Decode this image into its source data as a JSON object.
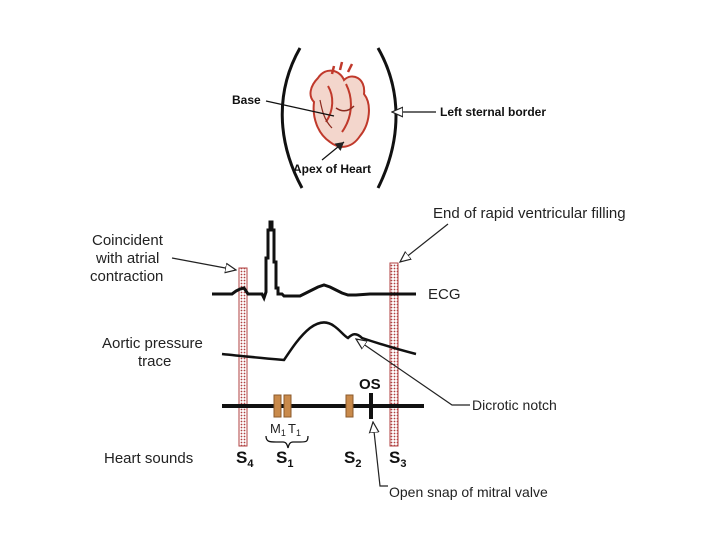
{
  "top_figure": {
    "base_label": "Base",
    "left_sternal_label": "Left sternal border",
    "apex_label": "Apex of Heart"
  },
  "labels": {
    "coincident_1": "Coincident",
    "coincident_2": "with atrial",
    "coincident_3": "contraction",
    "end_rapid_filling": "End of rapid ventricular filling",
    "ecg": "ECG",
    "aortic_1": "Aortic pressure",
    "aortic_2": "trace",
    "dicrotic_notch": "Dicrotic notch",
    "os": "OS",
    "m1": "M",
    "m1_sub": "1",
    "t1": "T",
    "t1_sub": "1",
    "heart_sounds": "Heart sounds",
    "s4": "S",
    "s4_sub": "4",
    "s1": "S",
    "s1_sub": "1",
    "s2": "S",
    "s2_sub": "2",
    "s3": "S",
    "s3_sub": "3",
    "open_snap": "Open snap of mitral valve"
  },
  "colors": {
    "marker_fill": "#c98a4b",
    "marker_stroke": "#8b5a2b",
    "bar_stroke": "#b04040",
    "heart_red": "#c0392b"
  }
}
